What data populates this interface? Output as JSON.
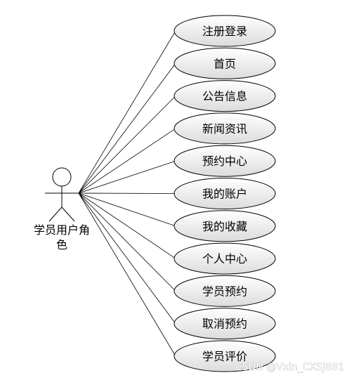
{
  "actor": {
    "label_line1": "学员用户角",
    "label_line2": "色"
  },
  "use_cases": [
    "注册登录",
    "首页",
    "公告信息",
    "新闻资讯",
    "预约中心",
    "我的账户",
    "我的收藏",
    "个人中心",
    "学员预约",
    "取消预约",
    "学员评价"
  ],
  "watermark": "CSDN @Vxin_CXSJ881",
  "colors": {
    "ellipse_fill_top": "#ffffff",
    "ellipse_fill_bottom": "#dcdcdc",
    "stroke": "#000000"
  }
}
